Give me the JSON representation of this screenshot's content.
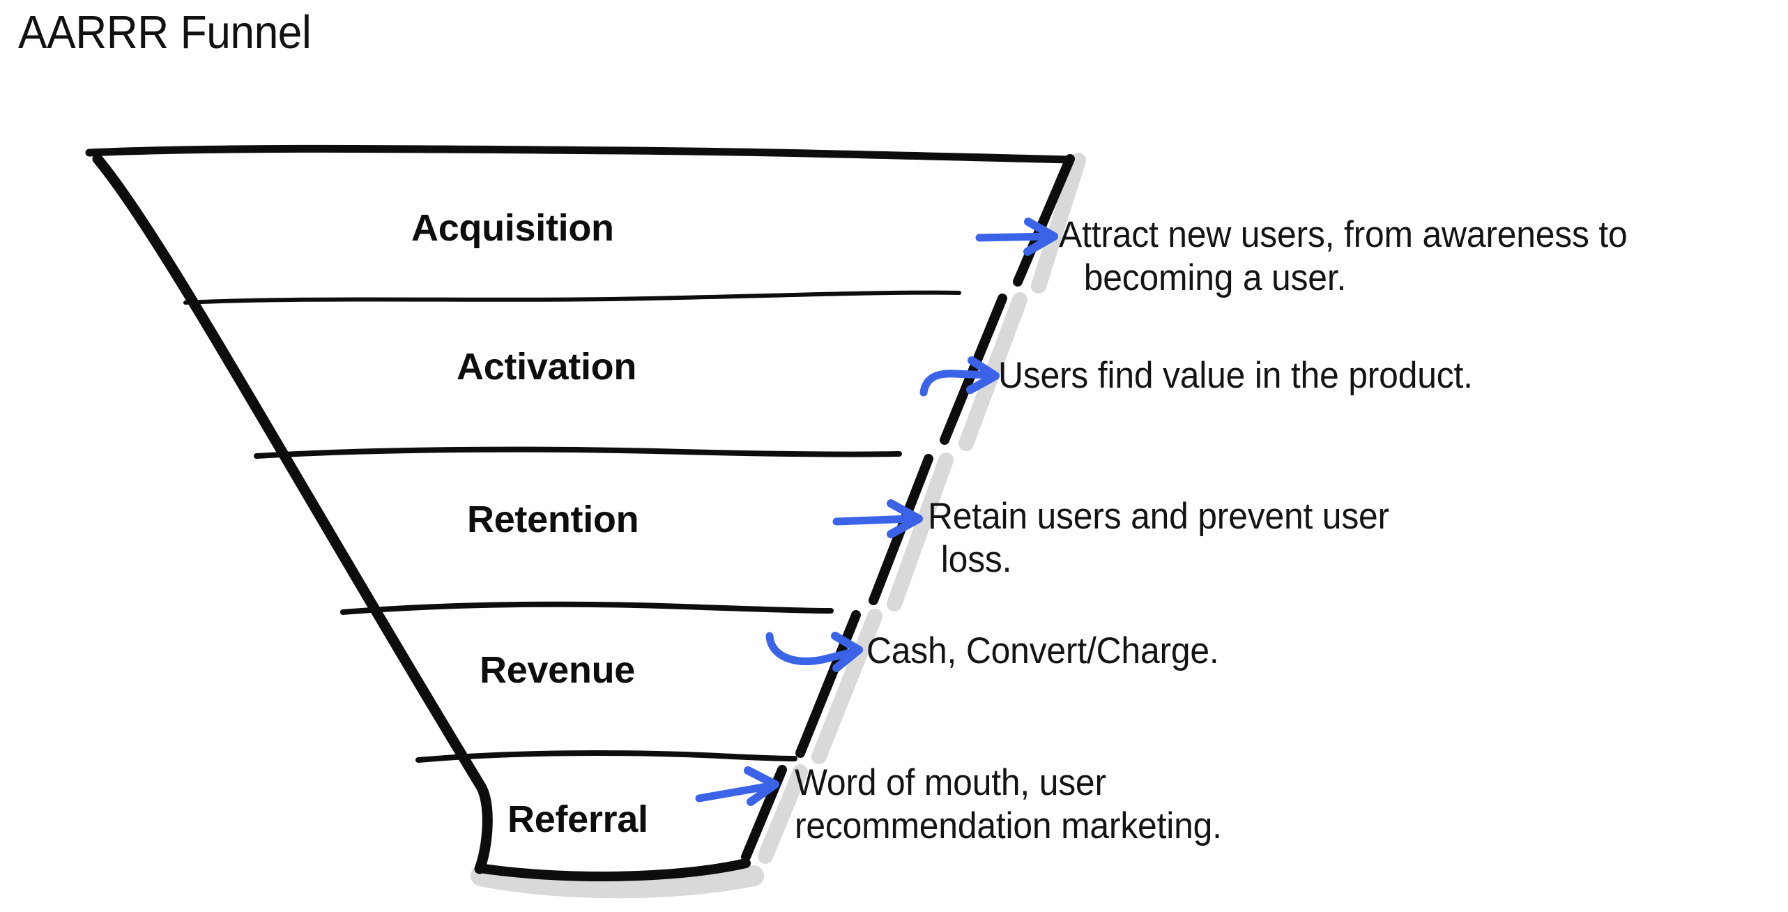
{
  "title": "AARRR Funnel",
  "colors": {
    "ink": "#0d0d0d",
    "arrow_blue": "#3A63E8",
    "shadow_gray": "#d9d9d9",
    "background": "#ffffff",
    "text": "#131313"
  },
  "chart_data": {
    "type": "funnel",
    "title": "AARRR Funnel",
    "stages": [
      "Acquisition",
      "Activation",
      "Retention",
      "Revenue",
      "Referral"
    ],
    "descriptions": [
      "Attract new users, from awareness to becoming a user.",
      "Users find value in the product.",
      "Retain users and prevent user loss.",
      "Cash, Convert/Charge.",
      "Word of mouth, user recommendation marketing."
    ],
    "legend": [],
    "annotations": [
      "Arrows point right from each funnel stage to its description."
    ]
  },
  "stages": [
    {
      "name": "Acquisition",
      "desc_lines": [
        "Attract new users, from awareness to",
        "becoming a user."
      ],
      "arrow_style": "straight"
    },
    {
      "name": "Activation",
      "desc_lines": [
        "Users find value in the product."
      ],
      "arrow_style": "hooked"
    },
    {
      "name": "Retention",
      "desc_lines": [
        "Retain users and prevent user",
        "loss."
      ],
      "arrow_style": "straight"
    },
    {
      "name": "Revenue",
      "desc_lines": [
        "Cash, Convert/Charge."
      ],
      "arrow_style": "curved"
    },
    {
      "name": "Referral",
      "desc_lines": [
        "Word of mouth, user",
        "recommendation marketing."
      ],
      "arrow_style": "straight"
    }
  ]
}
